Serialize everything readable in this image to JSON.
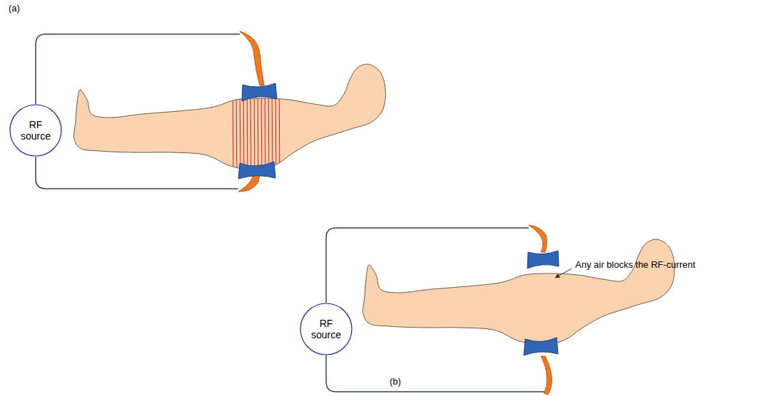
{
  "diagram": {
    "nodes": [
      {
        "text": [
          "RF source"
        ]
      },
      {
        "text": [
          "RF source"
        ]
      }
    ],
    "labels": [
      "(a)",
      "(b)",
      "Any air blocks the RF-current"
    ]
  }
}
